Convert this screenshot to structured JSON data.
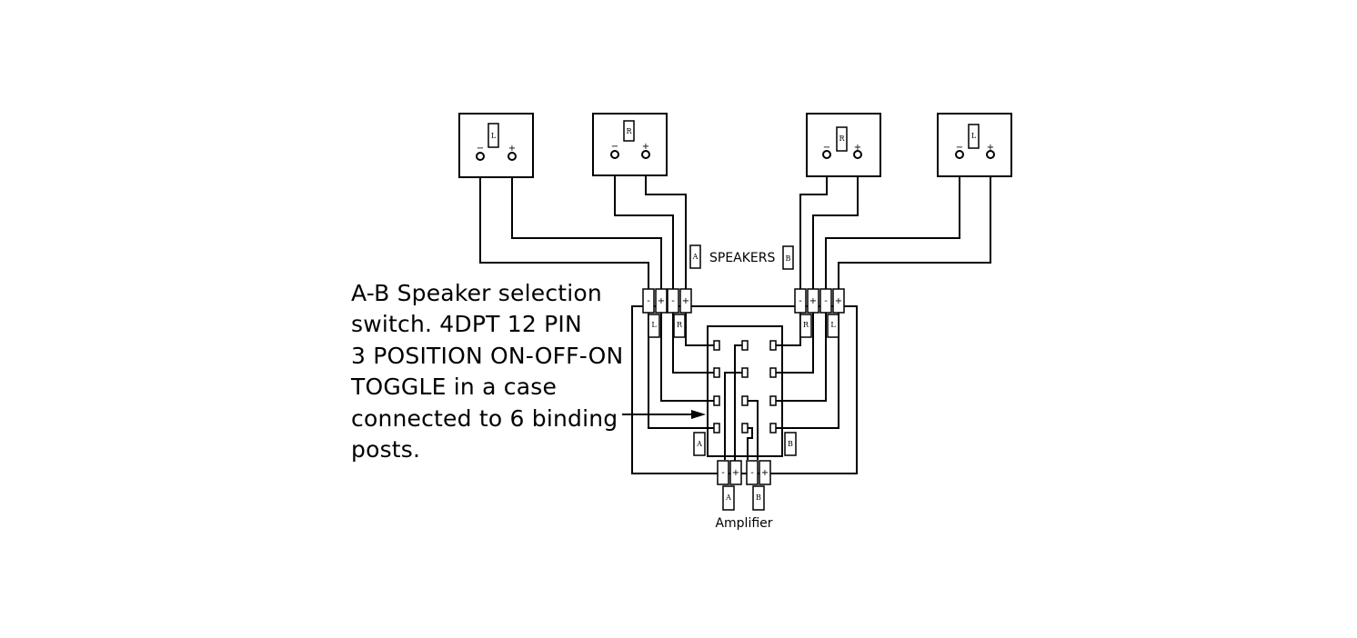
{
  "description_lines": [
    "A-B Speaker selection",
    "switch. 4DPT 12 PIN",
    "3 POSITION ON-OFF-ON",
    "TOGGLE in a case",
    "connected to 6 binding",
    "posts."
  ],
  "speakers_label": "SPEAKERS",
  "amplifier_label": "Amplifier",
  "group_tag_a": "A",
  "group_tag_b": "B",
  "speaker_channels": [
    "L",
    "R",
    "R",
    "L"
  ],
  "terminal_minus": "−",
  "terminal_plus": "+",
  "post_minus": "-",
  "post_plus": "+",
  "post_channels": [
    "L",
    "R",
    "R",
    "L"
  ]
}
